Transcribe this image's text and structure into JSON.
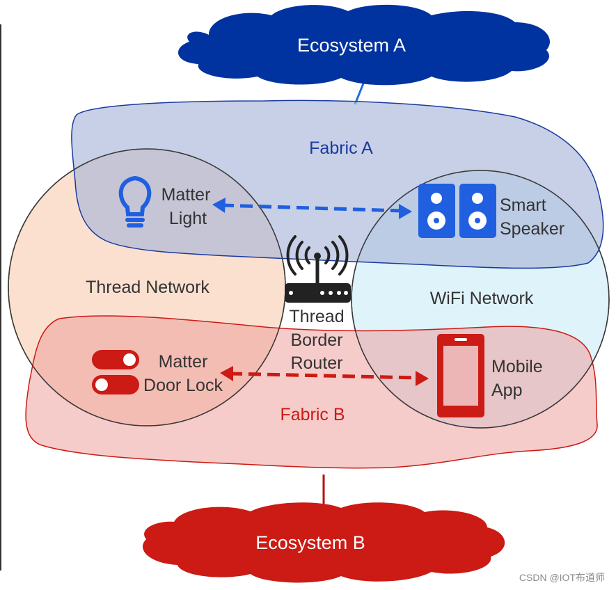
{
  "ecosystems": {
    "a": "Ecosystem A",
    "b": "Ecosystem B"
  },
  "fabrics": {
    "a": "Fabric A",
    "b": "Fabric B"
  },
  "networks": {
    "thread": "Thread Network",
    "wifi": "WiFi Network"
  },
  "border_router": {
    "line1": "Thread",
    "line2": "Border",
    "line3": "Router"
  },
  "devices": {
    "light": {
      "line1": "Matter",
      "line2": "Light",
      "icon": "lightbulb-icon"
    },
    "speaker": {
      "line1": "Smart",
      "line2": "Speaker",
      "icon": "speaker-icon"
    },
    "door_lock": {
      "line1": "Matter",
      "line2": "Door Lock",
      "icon": "toggle-switch-icon"
    },
    "mobile_app": {
      "line1": "Mobile",
      "line2": "App",
      "icon": "smartphone-icon"
    }
  },
  "watermark": "CSDN @IOT布道师",
  "colors": {
    "ecosystem_a": "#0033a0",
    "ecosystem_b": "#cc1a14",
    "fabric_a_fill": "#b9c3dc",
    "fabric_b_fill": "#f2b9b6",
    "thread_fill": "#fbe0d0",
    "wifi_fill": "#dff3fb",
    "device_blue": "#1f5fe0",
    "device_red": "#cc1a14"
  }
}
